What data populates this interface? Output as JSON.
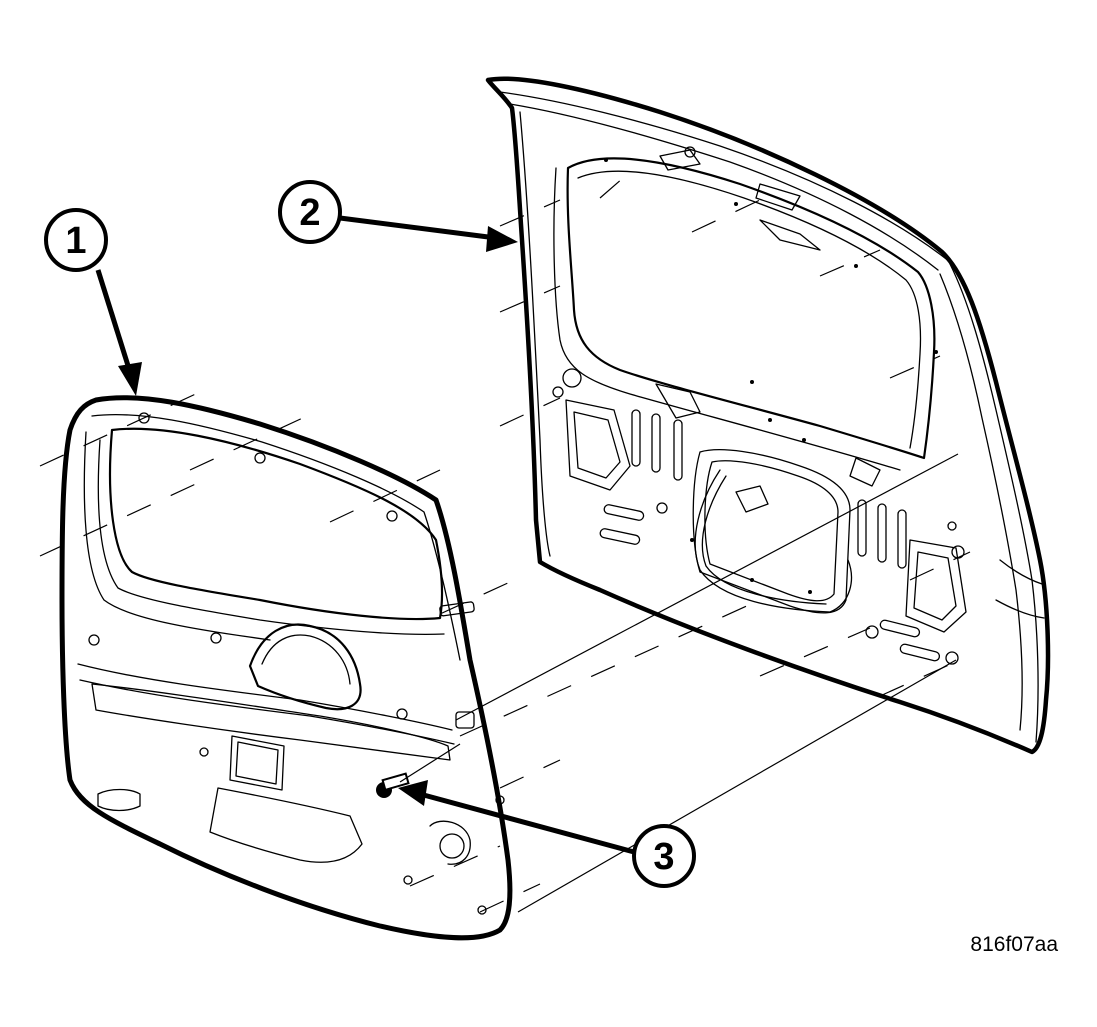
{
  "callouts": [
    {
      "id": "1",
      "label": "1"
    },
    {
      "id": "2",
      "label": "2"
    },
    {
      "id": "3",
      "label": "3"
    }
  ],
  "figure_id": "816f07aa",
  "colors": {
    "ink": "#000000",
    "paper": "#ffffff"
  }
}
